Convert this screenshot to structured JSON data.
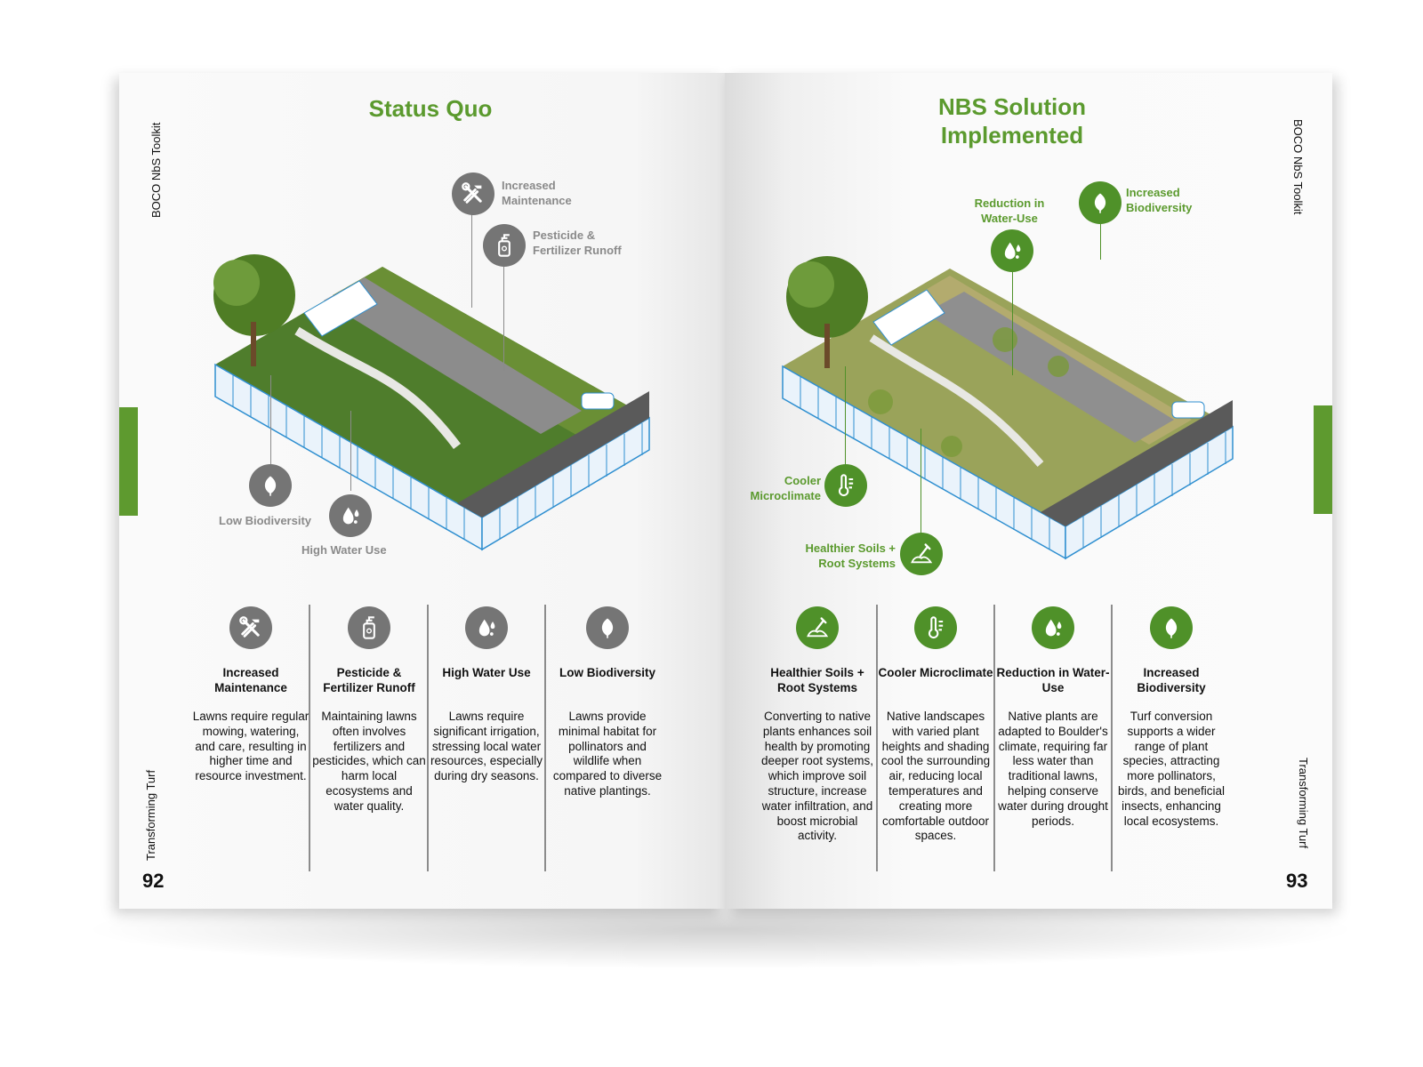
{
  "left_page": {
    "running_header": "BOCO NbS Toolkit",
    "section": "Transforming Turf",
    "page_number": "92",
    "title": "Status Quo",
    "callouts": [
      {
        "label": "Increased Maintenance",
        "icon": "tools-icon"
      },
      {
        "label": "Pesticide & Fertilizer Runoff",
        "icon": "spray-bottle-icon"
      },
      {
        "label": "Low Biodiversity",
        "icon": "leaf-icon"
      },
      {
        "label": "High Water Use",
        "icon": "water-drops-icon"
      }
    ],
    "columns": [
      {
        "heading": "Increased Maintenance",
        "icon": "tools-icon",
        "body": "Lawns require regular mowing, watering, and care, resulting in higher time and resource investment."
      },
      {
        "heading": "Pesticide & Fertilizer Runoff",
        "icon": "spray-bottle-icon",
        "body": "Maintaining lawns often involves fertilizers and pesticides, which can harm local ecosystems and water quality."
      },
      {
        "heading": "High Water Use",
        "icon": "water-drops-icon",
        "body": "Lawns require significant irrigation, stressing local water resources, especially during dry seasons."
      },
      {
        "heading": "Low Biodiversity",
        "icon": "leaf-icon",
        "body": "Lawns provide minimal habitat for pollinators and wildlife when compared to diverse native plantings."
      }
    ]
  },
  "right_page": {
    "running_header": "BOCO NbS Toolkit",
    "section": "Transforming Turf",
    "page_number": "93",
    "title": "NBS Solution Implemented",
    "callouts": [
      {
        "label": "Reduction in Water-Use",
        "icon": "water-drops-icon"
      },
      {
        "label": "Increased Biodiversity",
        "icon": "leaf-icon"
      },
      {
        "label": "Cooler Microclimate",
        "icon": "thermometer-icon"
      },
      {
        "label": "Healthier Soils + Root Systems",
        "icon": "shovel-soil-icon"
      }
    ],
    "columns": [
      {
        "heading": "Healthier Soils + Root Systems",
        "icon": "shovel-soil-icon",
        "body": "Converting to native plants enhances soil health by promoting deeper root systems, which improve soil structure, increase water infiltration, and boost microbial activity."
      },
      {
        "heading": "Cooler Microclimate",
        "icon": "thermometer-icon",
        "body": "Native landscapes with varied plant heights and shading cool the surrounding air, reducing local temperatures and creating more comfortable outdoor spaces."
      },
      {
        "heading": "Reduction in Water-Use",
        "icon": "water-drops-icon",
        "body": "Native plants are adapted to Boulder's climate, requiring far less water than traditional lawns, helping conserve water during drought periods."
      },
      {
        "heading": "Increased Biodiversity",
        "icon": "leaf-icon",
        "body": "Turf conversion supports a wider range of plant species, attracting more pollinators, birds, and beneficial insects, enhancing local ecosystems."
      }
    ]
  },
  "colors": {
    "accent_green": "#5b9a2e",
    "icon_grey": "#757575",
    "icon_green": "#4f9129"
  }
}
